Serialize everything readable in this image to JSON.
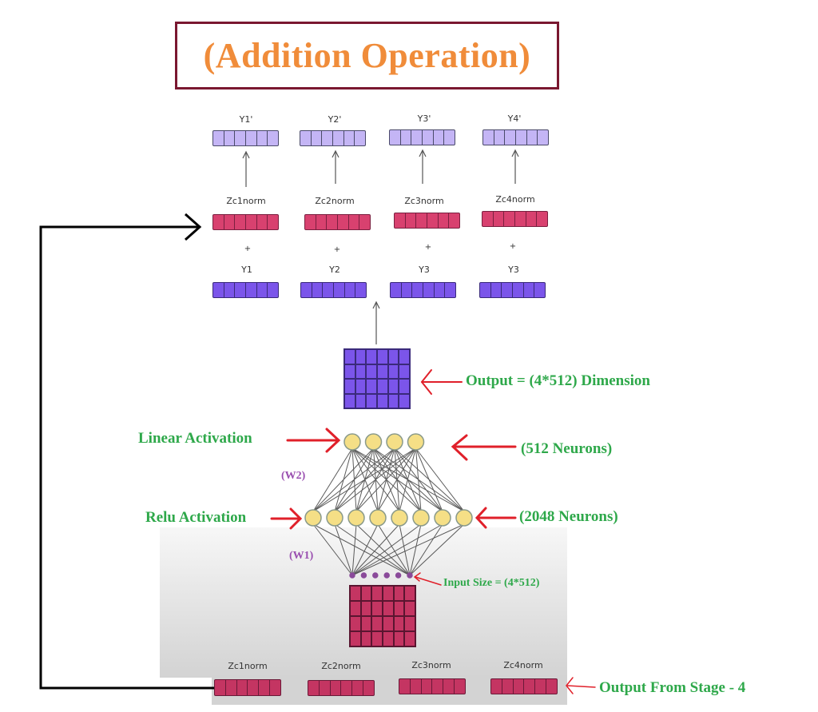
{
  "title": "(Addition Operation)",
  "top_row": {
    "output_labels": [
      "Y1'",
      "Y2'",
      "Y3'",
      "Y4'"
    ],
    "norm_labels": [
      "Zc1norm",
      "Zc2norm",
      "Zc3norm",
      "Zc4norm"
    ],
    "plus_symbol": "+",
    "input_labels": [
      "Y1",
      "Y2",
      "Y3",
      "Y3"
    ]
  },
  "annotations": {
    "output_dimension": "Output = (4*512)  Dimension",
    "linear_activation": "Linear Activation",
    "linear_neurons": "(512 Neurons)",
    "w2": "(W2)",
    "relu_activation": "Relu Activation",
    "relu_neurons": "(2048 Neurons)",
    "w1": "(W1)",
    "input_size": "Input Size = (4*512)",
    "stage_output": "Output From Stage - 4"
  },
  "bottom_row": {
    "norm_labels": [
      "Zc1norm",
      "Zc2norm",
      "Zc3norm",
      "Zc4norm"
    ]
  },
  "network": {
    "linear_layer_nodes": 4,
    "relu_layer_nodes": 8,
    "input_nodes": 6
  },
  "colors": {
    "title": "#f08c3a",
    "title_border": "#7a1730",
    "annotation_text": "#2ea84a",
    "arrow_red": "#e0202a",
    "weight_label": "#9a4fb0",
    "vector_light_purple": "#c4b5f5",
    "vector_purple": "#7b55ea",
    "vector_pink": "#d8416f",
    "neuron_fill": "#f5df86"
  }
}
